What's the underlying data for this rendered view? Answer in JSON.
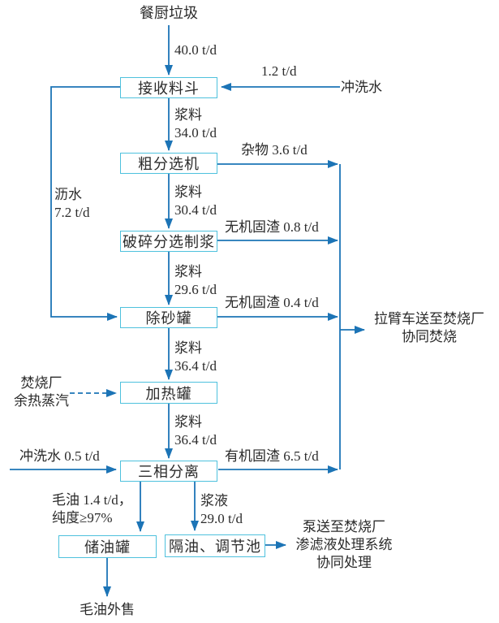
{
  "diagram": {
    "source_label": "餐厨垃圾",
    "nodes": {
      "hopper": "接收料斗",
      "coarse_separator": "粗分选机",
      "crusher_pulper": "破碎分选制浆",
      "desander": "除砂罐",
      "heater": "加热罐",
      "three_phase": "三相分离",
      "oil_tank": "储油罐",
      "oil_separation_pool": "隔油、调节池"
    },
    "flows": {
      "feed_rate": "40.0 t/d",
      "flush_water_top_rate": "1.2 t/d",
      "flush_water_top_label": "冲洗水",
      "slurry_1": [
        "浆料",
        "34.0 t/d"
      ],
      "impurity": "杂物 3.6 t/d",
      "drain_water": [
        "沥水",
        "7.2 t/d"
      ],
      "slurry_2": [
        "浆料",
        "30.4 t/d"
      ],
      "inorganic_residue_1": "无机固渣 0.8 t/d",
      "slurry_3": [
        "浆料",
        "29.6 t/d"
      ],
      "inorganic_residue_2": "无机固渣 0.4 t/d",
      "truck_note": [
        "拉臂车送至焚烧厂",
        "协同焚烧"
      ],
      "slurry_4": [
        "浆料",
        "36.4 t/d"
      ],
      "steam_note": [
        "焚烧厂",
        "余热蒸汽"
      ],
      "slurry_5": [
        "浆料",
        "36.4 t/d"
      ],
      "flush_water_bottom": "冲洗水 0.5 t/d",
      "organic_residue": "有机固渣 6.5 t/d",
      "crude_oil": [
        "毛油 1.4 t/d，",
        "纯度≥97%"
      ],
      "slurry_out": [
        "浆液",
        "29.0 t/d"
      ],
      "pump_note": [
        "泵送至焚烧厂",
        "渗滤液处理系统",
        "协同处理"
      ],
      "oil_sale": "毛油外售"
    },
    "colors": {
      "arrow": "#1c74b6",
      "box_border": "#4ec1dd",
      "text": "#2b2b2b"
    }
  }
}
